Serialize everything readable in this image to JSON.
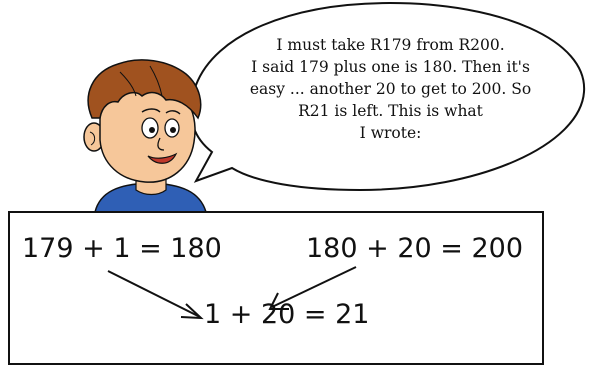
{
  "speech": {
    "lines": [
      "I must take R179 from R200.",
      "I said 179 plus one is 180. Then it's",
      "easy ... another 20 to get to 200. So",
      "R21 is left. This is what",
      "I wrote:"
    ]
  },
  "board": {
    "left_equation": "179 + 1 = 180",
    "right_equation": "180 + 20 = 200",
    "result_equation": "1 + 20 = 21"
  },
  "colors": {
    "shirt": "#2f5fb5",
    "hair": "#a0521f",
    "skin": "#f6c79a",
    "ink": "#111111"
  },
  "icons": [
    "boy-character-icon",
    "speech-bubble-icon",
    "arrow-icon"
  ]
}
